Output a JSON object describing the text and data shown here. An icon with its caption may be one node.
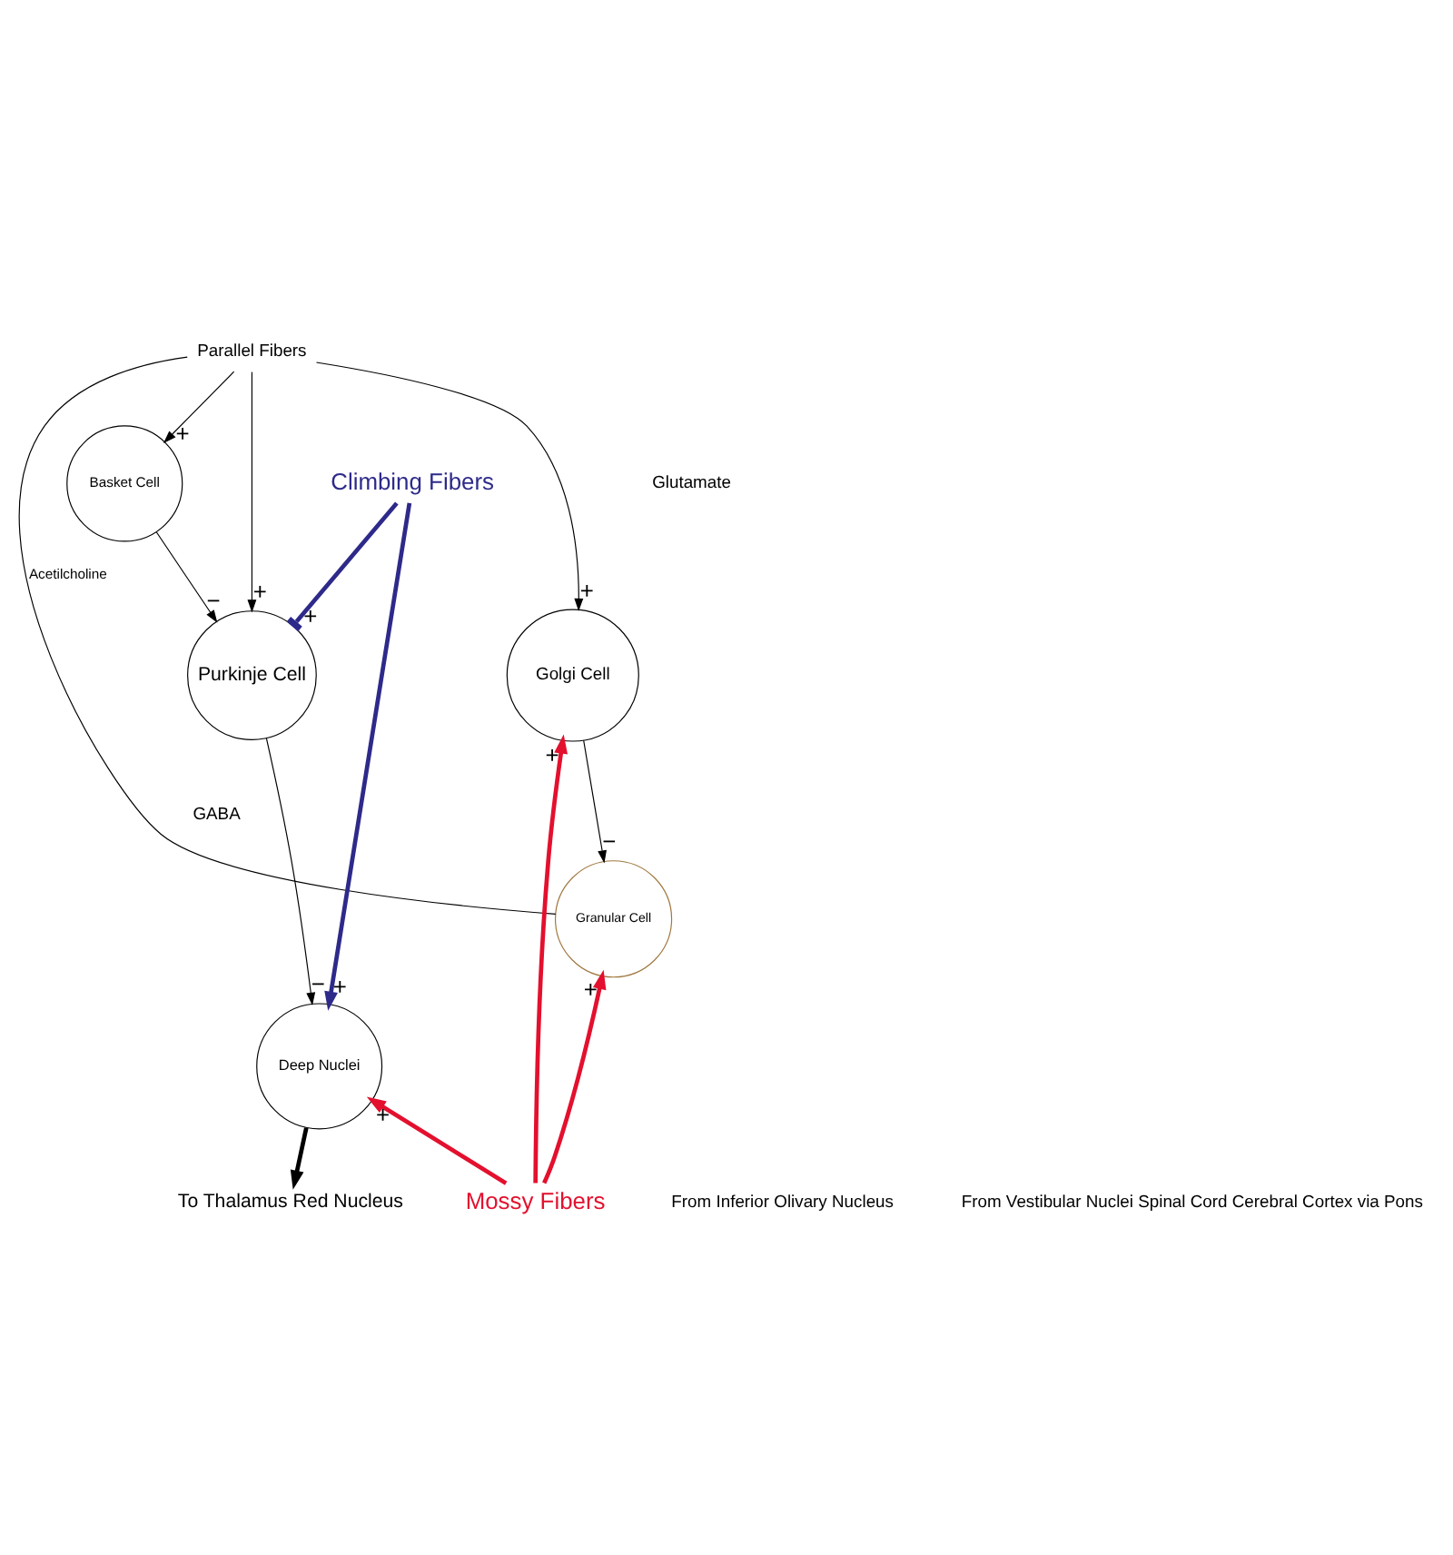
{
  "diagram": {
    "nodes": [
      {
        "text": [
          "Purkinje Cell"
        ]
      },
      {
        "text": [
          "Basket Cell"
        ]
      },
      {
        "text": [
          "Golgi Cell"
        ]
      },
      {
        "text": [
          "Granular Cell"
        ]
      },
      {
        "text": [
          "Deep Nuclei"
        ]
      },
      {
        "text": [
          "Parallel Fibers"
        ]
      },
      {
        "text": [
          "Climbing Fibers"
        ]
      },
      {
        "text": [
          "Mossy Fibers"
        ]
      },
      {
        "text": [
          "To Thalamus Red Nucleus"
        ]
      }
    ],
    "edges": [
      {
        "from": 5,
        "to": 0,
        "arrow": "to",
        "label": "+"
      },
      {
        "from": 5,
        "to": 1,
        "arrow": "to",
        "label": "+"
      },
      {
        "from": 5,
        "to": 2,
        "arrow": "to",
        "label": "+"
      },
      {
        "from": 3,
        "to": 5,
        "arrow": "none",
        "label": "Acetilcholine"
      },
      {
        "from": 1,
        "to": 0,
        "arrow": "to",
        "label": "−"
      },
      {
        "from": 2,
        "to": 3,
        "arrow": "to",
        "label": "−"
      },
      {
        "from": 0,
        "to": 4,
        "arrow": "to",
        "label": "−"
      },
      {
        "from": 6,
        "to": 0,
        "arrow": "other",
        "label": "+",
        "color": "#2e2a8a",
        "style": "thick"
      },
      {
        "from": 6,
        "to": 4,
        "arrow": "to",
        "label": "+",
        "color": "#2e2a8a",
        "style": "thick"
      },
      {
        "from": 7,
        "to": 3,
        "arrow": "to",
        "label": "+",
        "color": "#e3102e",
        "style": "thick"
      },
      {
        "from": 7,
        "to": 2,
        "arrow": "to",
        "label": "+",
        "color": "#e3102e",
        "style": "thick"
      },
      {
        "from": 7,
        "to": 4,
        "arrow": "to",
        "label": "+",
        "color": "#e3102e",
        "style": "thick"
      },
      {
        "from": 4,
        "to": 8,
        "arrow": "to",
        "style": "thick"
      }
    ],
    "labels": [
      "Glutamate",
      "GABA",
      "From Inferior Olivary Nucleus",
      "From Vestibular Nuclei Spinal Cord Cerebral Cortex via Pons"
    ]
  }
}
